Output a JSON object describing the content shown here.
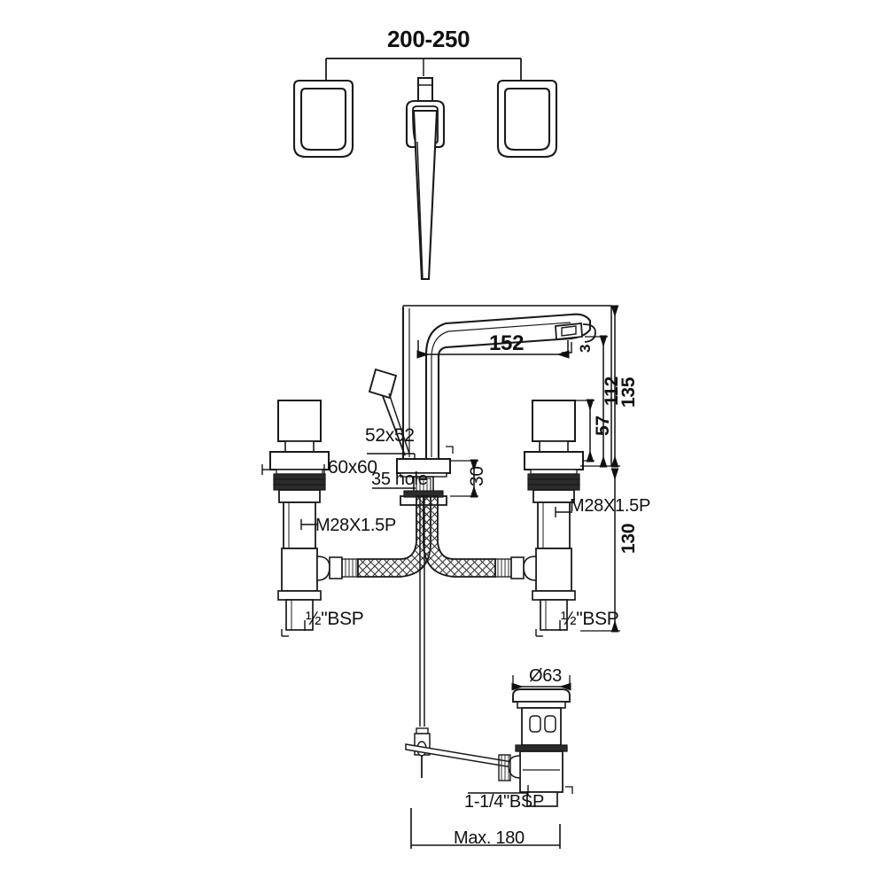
{
  "drawing": {
    "title": "Wall / deck mounted basin mixer technical dimension drawing",
    "background_color": "#ffffff",
    "line_color": "#1a1a1a",
    "hatch_color": "#333333"
  },
  "dimensions": {
    "spread": "200-250",
    "spout_reach": "152",
    "spout_outlet": "3",
    "handle_top_height": "135",
    "spout_body_height": "112",
    "handle_height": "57",
    "escutcheon_size_center": "52x52",
    "escutcheon_size_side": "60x60",
    "mounting_hole": "35 hole",
    "deck_thickness": "30",
    "thread_left": "M28X1.5P",
    "thread_right": "M28X1.5P",
    "tail_length": "130",
    "inlet_left": "½\"BSP",
    "inlet_right": "½\"BSP",
    "drain_flange_dia": "Ø63",
    "drain_thread": "1-1/4\"BSP",
    "rod_max": "Max. 180"
  },
  "components": {
    "wall_handle_left": "wall-mount-handle-left",
    "wall_handle_right": "wall-mount-handle-right",
    "wall_spout": "wall-mount-spout",
    "deck_spout": "deck-mount-spout",
    "lever_handle": "lever-handle",
    "valve_left": "valve-body-left",
    "valve_right": "valve-body-right",
    "flex_hose_left": "braided-flex-hose-left",
    "flex_hose_right": "braided-flex-hose-right",
    "pop_up_rod": "pop-up-lift-rod",
    "pop_up_linkage": "pop-up-linkage-rod",
    "drain_body": "pop-up-drain-body"
  }
}
